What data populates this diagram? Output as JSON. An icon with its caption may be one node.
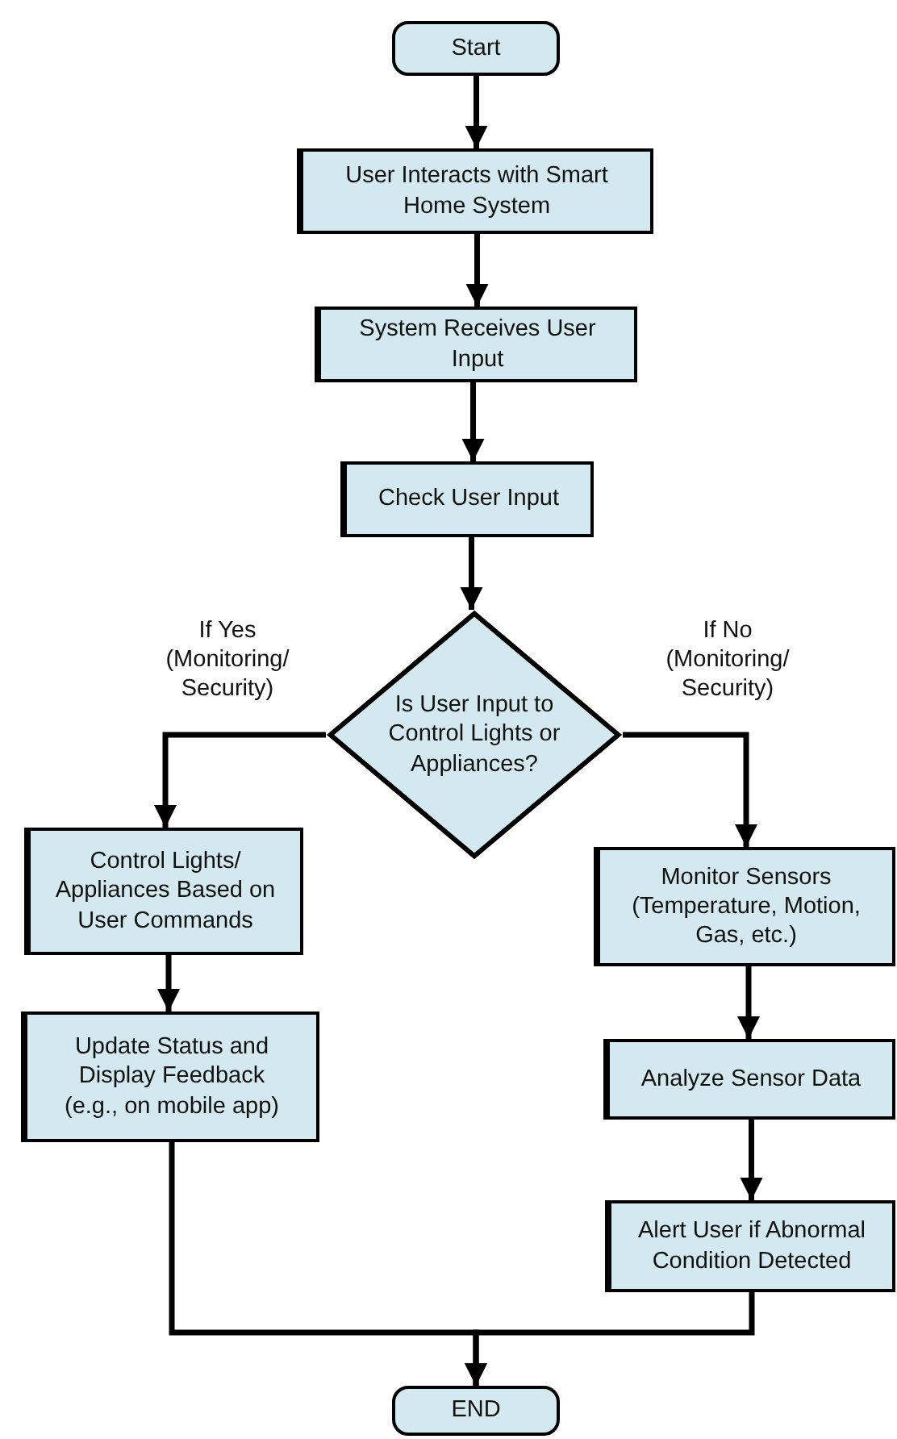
{
  "diagram": {
    "nodes": [
      {
        "text": [
          "Start"
        ]
      },
      {
        "text": [
          "User Interacts with Smart Home System"
        ]
      },
      {
        "text": [
          "System Receives User Input"
        ]
      },
      {
        "text": [
          "Check User Input"
        ]
      },
      {
        "text": [
          "Is User Input to Control Lights or Appliances?"
        ]
      },
      {
        "text": [
          "Control Lights/ Appliances Based on User Commands"
        ]
      },
      {
        "text": [
          "Update Status and Display Feedback (e.g., on mobile app)"
        ]
      },
      {
        "text": [
          "Monitor Sensors (Temperature, Motion, Gas, etc.)"
        ]
      },
      {
        "text": [
          "Analyze Sensor Data"
        ]
      },
      {
        "text": [
          "Alert User if Abnormal Condition Detected"
        ]
      },
      {
        "text": [
          "END"
        ]
      }
    ],
    "edges": [
      {
        "from": 0,
        "to": 1,
        "arrow": "to"
      },
      {
        "from": 1,
        "to": 2,
        "arrow": "to"
      },
      {
        "from": 2,
        "to": 3,
        "arrow": "to"
      },
      {
        "from": 3,
        "to": 4,
        "arrow": "to"
      },
      {
        "from": 4,
        "to": 5,
        "arrow": "to",
        "label": "If Yes (Monitoring/ Security)"
      },
      {
        "from": 4,
        "to": 7,
        "arrow": "to",
        "label": "If No (Monitoring/ Security)"
      },
      {
        "from": 5,
        "to": 6,
        "arrow": "to"
      },
      {
        "from": 7,
        "to": 8,
        "arrow": "to"
      },
      {
        "from": 8,
        "to": 9,
        "arrow": "to"
      },
      {
        "from": 6,
        "to": 10,
        "arrow": "to"
      },
      {
        "from": 9,
        "to": 10,
        "arrow": "to"
      }
    ]
  }
}
